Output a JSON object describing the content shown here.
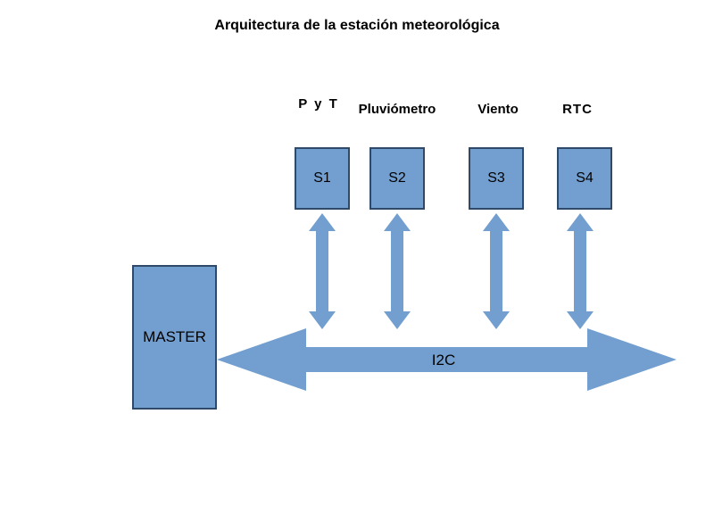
{
  "title": "Arquitectura de la estación meteorológica",
  "colors": {
    "fill": "#729FCF",
    "border": "#2E4A68",
    "text": "#000000",
    "background": "#FFFFFF"
  },
  "sensors": [
    {
      "label": "P y T",
      "box": "S1"
    },
    {
      "label": "Pluviómetro",
      "box": "S2"
    },
    {
      "label": "Viento",
      "box": "S3"
    },
    {
      "label": "RTC",
      "box": "S4"
    }
  ],
  "master": {
    "label": "MASTER"
  },
  "bus": {
    "label": "I2C"
  }
}
